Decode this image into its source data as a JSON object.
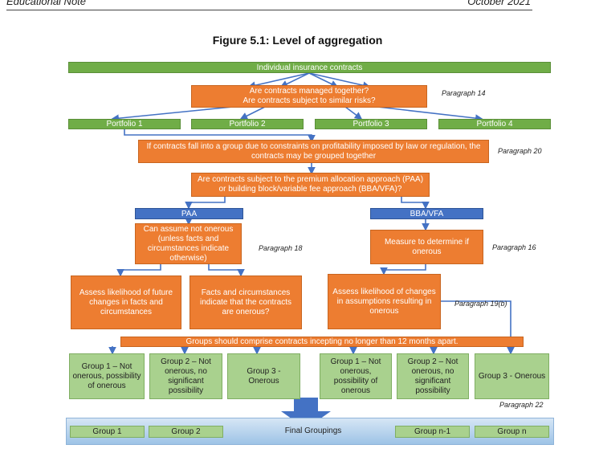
{
  "header": {
    "left": "Educational Note",
    "right": "October 2021"
  },
  "figure_title": "Figure 5.1: Level of aggregation",
  "top_bar": "Individual insurance contracts",
  "question1": [
    "Are contracts managed together?",
    "Are contracts subject to similar risks?"
  ],
  "portfolios": [
    "Portfolio 1",
    "Portfolio 2",
    "Portfolio 3",
    "Portfolio 4"
  ],
  "constraint_box": "If contracts fall into a group due to constraints on profitability imposed by law or regulation, the contracts may be grouped together",
  "approach_question": "Are contracts subject to the premium allocation approach (PAA) or building block/variable fee approach (BBA/VFA)?",
  "paa_label": "PAA",
  "bba_label": "BBA/VFA",
  "paa_assume": "Can assume not onerous (unless facts and circumstances indicate otherwise)",
  "measure_box": "Measure to determine if onerous",
  "assess_future": "Assess likelihood of future changes in facts and circumstances",
  "facts_onerous": "Facts and circumstances indicate that the contracts are onerous?",
  "assess_assumptions": "Assess likelihood of changes in assumptions resulting in onerous",
  "twelve_months": "Groups should comprise contracts incepting no longer than 12 months apart.",
  "paragraphs": {
    "p14": "Paragraph 14",
    "p20": "Paragraph 20",
    "p18": "Paragraph 18",
    "p16": "Paragraph 16",
    "p19b": "Paragraph 19(b)",
    "p22": "Paragraph 22"
  },
  "groups": [
    "Group 1 – Not onerous, possibility of onerous",
    "Group 2 – Not onerous, no significant possibility",
    "Group 3 - Onerous",
    "Group 1 – Not onerous, possibility of onerous",
    "Group 2 – Not onerous, no significant possibility",
    "Group 3 - Onerous"
  ],
  "final_row": {
    "group1": "Group 1",
    "group2": "Group 2",
    "final_label": "Final Groupings",
    "group_n_minus_1": "Group n-1",
    "group_n": "Group n"
  },
  "colors": {
    "green": "#70ad47",
    "orange": "#ed7d31",
    "blue": "#4472c4",
    "light_green": "#a9d18e",
    "arrow": "#4472c4"
  }
}
